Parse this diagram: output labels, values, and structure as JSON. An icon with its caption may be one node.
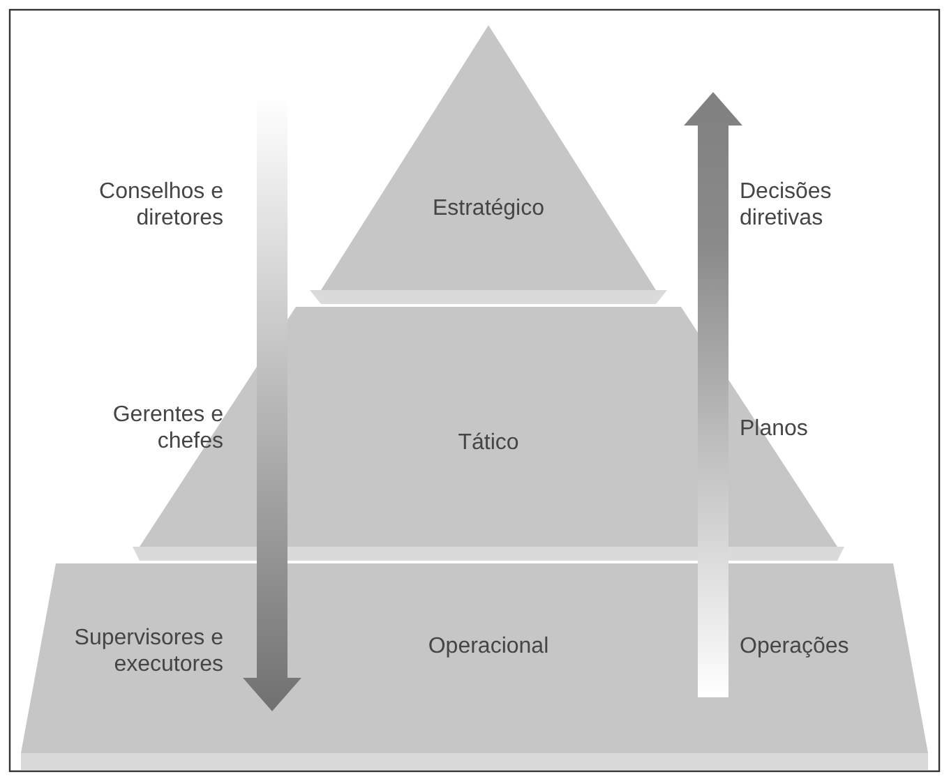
{
  "diagram": {
    "nodes": [
      {
        "text": [
          "Estratégico"
        ]
      },
      {
        "text": [
          "Tático"
        ]
      },
      {
        "text": [
          "Operacional"
        ]
      }
    ],
    "edges": [],
    "labels": [
      "Conselhos e diretores",
      "Decisões diretivas",
      "Gerentes e chefes",
      "Planos",
      "Supervisores e executores",
      "Operações"
    ]
  }
}
